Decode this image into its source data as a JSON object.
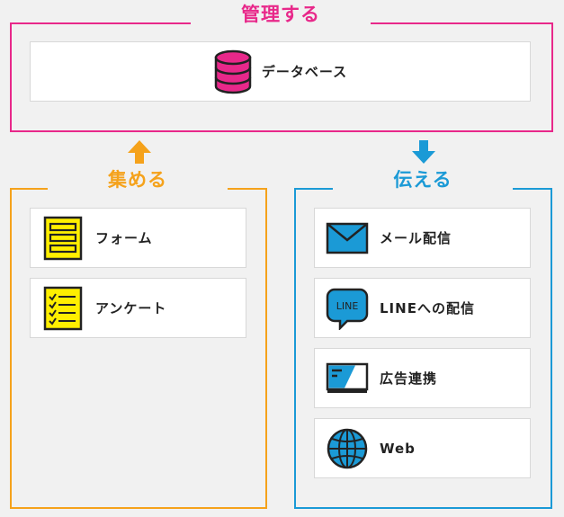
{
  "colors": {
    "manage": "#e8288a",
    "collect": "#f5a21b",
    "deliver": "#1b9ad6"
  },
  "groups": {
    "manage": {
      "title": "管理する",
      "items": [
        {
          "label": "データベース",
          "icon": "database-icon"
        }
      ]
    },
    "collect": {
      "title": "集める",
      "items": [
        {
          "label": "フォーム",
          "icon": "form-icon"
        },
        {
          "label": "アンケート",
          "icon": "survey-checklist-icon"
        }
      ]
    },
    "deliver": {
      "title": "伝える",
      "items": [
        {
          "label": "メール配信",
          "icon": "mail-icon"
        },
        {
          "label": "LINEへの配信",
          "icon": "line-chat-icon"
        },
        {
          "label": "広告連携",
          "icon": "ad-display-icon"
        },
        {
          "label": "Web",
          "icon": "globe-icon"
        }
      ]
    }
  },
  "line_icon_text": "LINE"
}
